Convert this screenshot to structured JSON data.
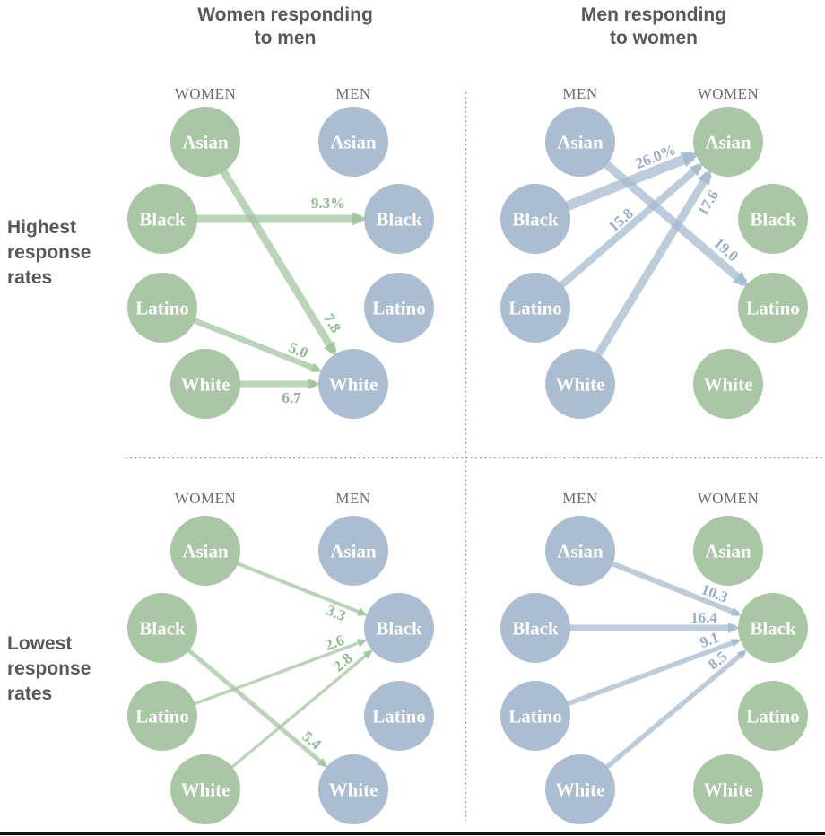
{
  "titles": {
    "left": "Women responding\nto men",
    "right": "Men responding\nto women"
  },
  "row_labels": {
    "top": "Highest\nresponse\nrates",
    "bottom": "Lowest\nresponse\nrates"
  },
  "colors": {
    "women_fill": "#a9c6a5",
    "men_fill": "#abbdd0",
    "women_arrow": "#9ec49b",
    "men_arrow": "#a3b8cd",
    "women_label": "#8cbb8c",
    "men_label": "#97adc9",
    "circle_text": "#ffffff",
    "title_text": "#57585a",
    "header_text": "#6a6b6d",
    "divider": "#8f8f8f",
    "bottom_bar": "#101010"
  },
  "chart_data": {
    "type": "flow-diagram",
    "categories": [
      "Asian",
      "Black",
      "Latino",
      "White"
    ],
    "legend_note": "arrow width scales with response rate",
    "panels": [
      {
        "name": "women-to-men-highest",
        "row_label": "Highest response rates",
        "title": "Women responding to men",
        "quadrant": {
          "row": "top",
          "col": "left"
        },
        "left_group": {
          "label": "WOMEN",
          "color": "women"
        },
        "right_group": {
          "label": "MEN",
          "color": "men"
        },
        "links": [
          {
            "from": "Black",
            "to": "Black",
            "value": "9.3%",
            "width": 9,
            "label_x": 366,
            "label_y": 226,
            "label_rot": 0
          },
          {
            "from": "Asian",
            "to": "White",
            "value": "7.8",
            "width": 8.5,
            "label_x": 371,
            "label_y": 360,
            "label_rot": 59
          },
          {
            "from": "Latino",
            "to": "White",
            "value": "5.0",
            "width": 6.5,
            "label_x": 333,
            "label_y": 390,
            "label_rot": 22
          },
          {
            "from": "White",
            "to": "White",
            "value": "6.7",
            "width": 7,
            "label_x": 325,
            "label_y": 443,
            "label_rot": 0
          }
        ]
      },
      {
        "name": "men-to-women-highest",
        "row_label": "Highest response rates",
        "title": "Men responding to women",
        "quadrant": {
          "row": "top",
          "col": "right"
        },
        "left_group": {
          "label": "MEN",
          "color": "men"
        },
        "right_group": {
          "label": "WOMEN",
          "color": "women"
        },
        "links": [
          {
            "from": "Black",
            "to": "Asian",
            "value": "26.0%",
            "width": 11,
            "label_x": 731,
            "label_y": 174,
            "label_rot": -22
          },
          {
            "from": "Latino",
            "to": "Asian",
            "value": "15.8",
            "width": 8,
            "label_x": 692,
            "label_y": 245,
            "label_rot": -41
          },
          {
            "from": "White",
            "to": "Asian",
            "value": "17.6",
            "width": 9,
            "label_x": 789,
            "label_y": 226,
            "label_rot": -59
          },
          {
            "from": "Asian",
            "to": "Latino",
            "value": "19.0",
            "width": 9.5,
            "label_x": 810,
            "label_y": 278,
            "label_rot": 41
          }
        ]
      },
      {
        "name": "women-to-men-lowest",
        "row_label": "Lowest response rates",
        "title": "Women responding to men",
        "quadrant": {
          "row": "bottom",
          "col": "left"
        },
        "left_group": {
          "label": "WOMEN",
          "color": "women"
        },
        "right_group": {
          "label": "MEN",
          "color": "men"
        },
        "links": [
          {
            "from": "Asian",
            "to": "Black",
            "value": "3.3",
            "width": 4,
            "label_x": 375,
            "label_y": 683,
            "label_rot": 22
          },
          {
            "from": "Latino",
            "to": "Black",
            "value": "2.6",
            "width": 3.5,
            "label_x": 373,
            "label_y": 716,
            "label_rot": -20
          },
          {
            "from": "White",
            "to": "Black",
            "value": "2.8",
            "width": 3.5,
            "label_x": 382,
            "label_y": 738,
            "label_rot": -40
          },
          {
            "from": "Black",
            "to": "White",
            "value": "5.4",
            "width": 5,
            "label_x": 348,
            "label_y": 825,
            "label_rot": 40
          }
        ]
      },
      {
        "name": "men-to-women-lowest",
        "row_label": "Lowest response rates",
        "title": "Men responding to women",
        "quadrant": {
          "row": "bottom",
          "col": "right"
        },
        "left_group": {
          "label": "MEN",
          "color": "men"
        },
        "right_group": {
          "label": "WOMEN",
          "color": "women"
        },
        "links": [
          {
            "from": "Asian",
            "to": "Black",
            "value": "10.3",
            "width": 6,
            "label_x": 797,
            "label_y": 661,
            "label_rot": 21
          },
          {
            "from": "Black",
            "to": "Black",
            "value": "16.4",
            "width": 7,
            "label_x": 785,
            "label_y": 688,
            "label_rot": 0
          },
          {
            "from": "Latino",
            "to": "Black",
            "value": "9.1",
            "width": 5.5,
            "label_x": 791,
            "label_y": 713,
            "label_rot": -20
          },
          {
            "from": "White",
            "to": "Black",
            "value": "8.5",
            "width": 5.5,
            "label_x": 800,
            "label_y": 736,
            "label_rot": -40
          }
        ]
      }
    ]
  }
}
